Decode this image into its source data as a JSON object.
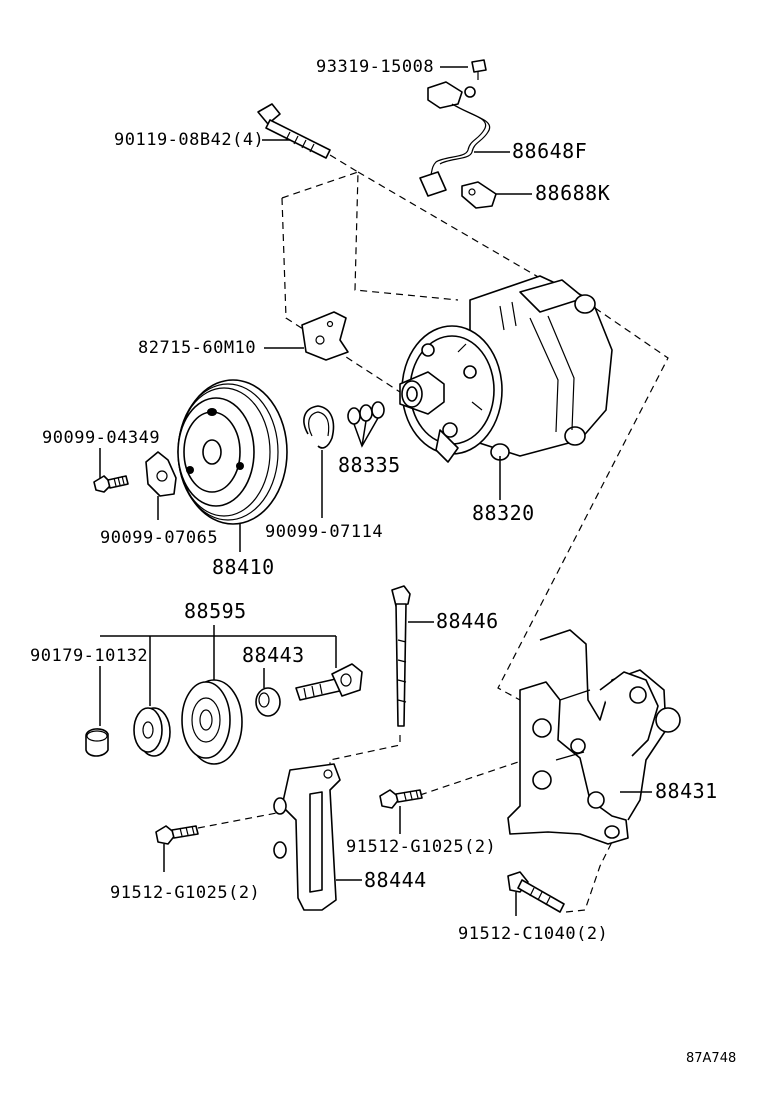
{
  "diagram": {
    "catalog_code": "87A748",
    "parts": {
      "screw_93319": "93319-15008",
      "bolt_90119": "90119-08B42(4)",
      "wire_88648F": "88648F",
      "bracket_88688K": "88688K",
      "plate_82715": "82715-60M10",
      "bolt_90099_04349": "90099-04349",
      "plate_90099_07065": "90099-07065",
      "clutch_88410": "88410",
      "ring_90099_07114": "90099-07114",
      "shims_88335": "88335",
      "compressor_88320": "88320",
      "idler_88595": "88595",
      "cap_90179": "90179-10132",
      "spacer_88443": "88443",
      "bolt_88446": "88446",
      "bracket_88431": "88431",
      "bolt_91512_g1025_right": "91512-G1025(2)",
      "bolt_91512_g1025_left": "91512-G1025(2)",
      "adjuster_88444": "88444",
      "bolt_91512_c1040": "91512-C1040(2)"
    }
  }
}
